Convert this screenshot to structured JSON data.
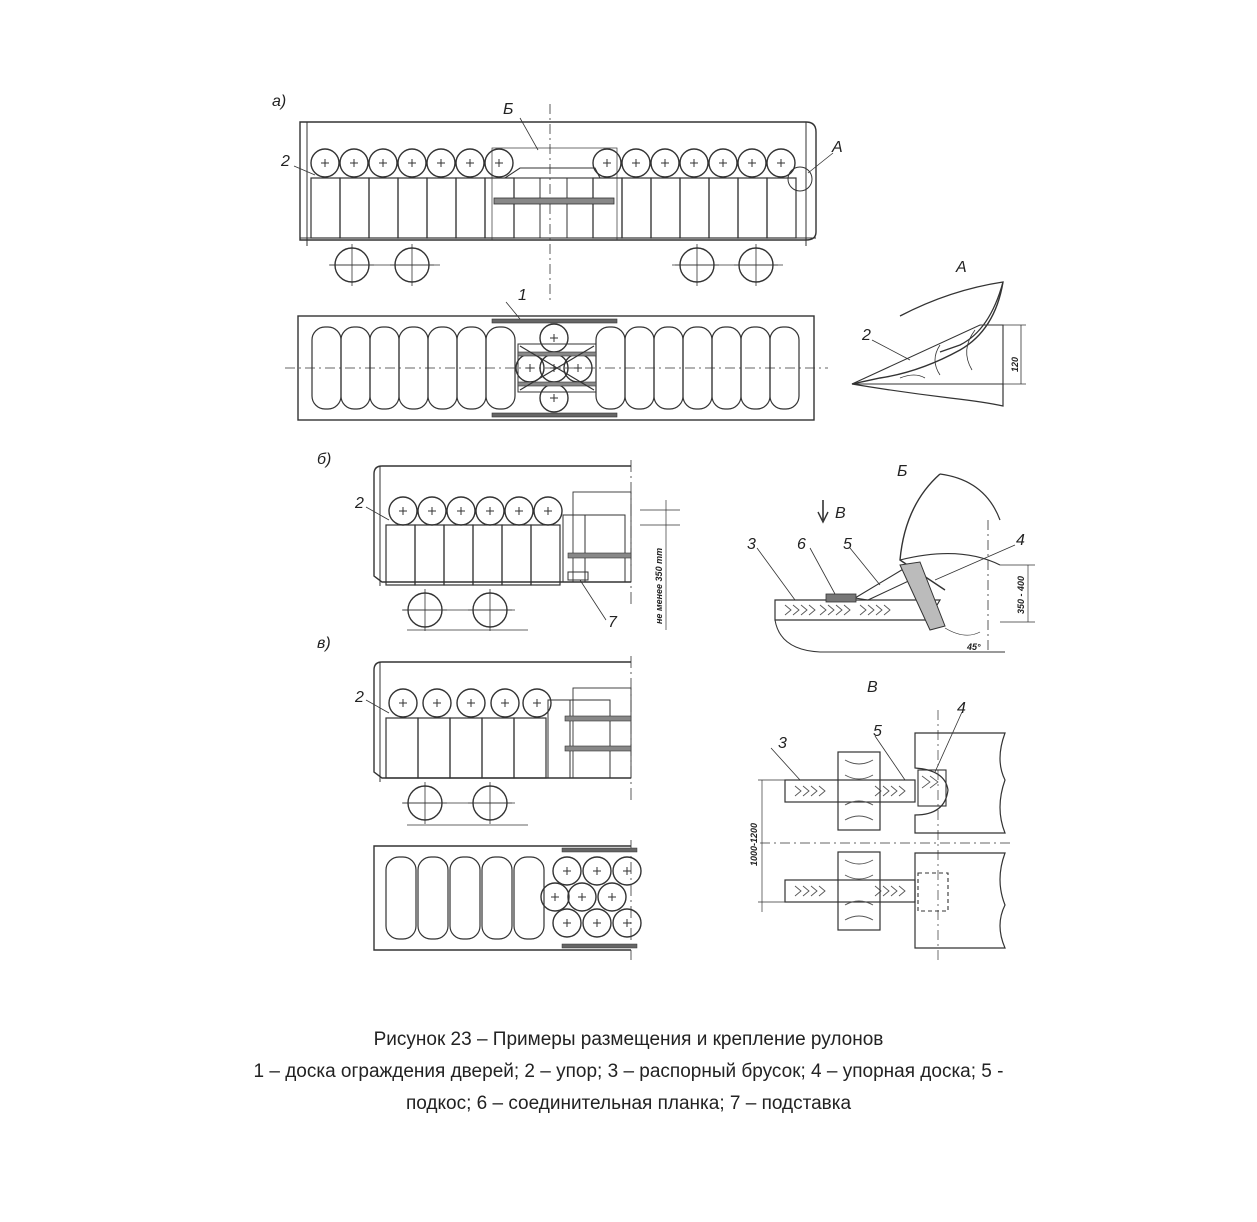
{
  "views": {
    "a": {
      "label": "а)",
      "callouts": [
        "2",
        "Б",
        "А",
        "1"
      ]
    },
    "b": {
      "label": "б)",
      "callouts": [
        "2",
        "7"
      ],
      "dimension": "не менее 350 mm"
    },
    "v": {
      "label": "в)",
      "callouts": [
        "2"
      ]
    }
  },
  "details": {
    "A": {
      "label": "А",
      "callouts": [
        "2"
      ],
      "dimension": "120"
    },
    "B": {
      "label": "Б",
      "arrow_label": "В",
      "callouts": [
        "3",
        "6",
        "5",
        "4"
      ],
      "dimension": "350 - 400",
      "angle": "45°"
    },
    "V": {
      "label": "В",
      "callouts": [
        "3",
        "5",
        "4"
      ],
      "dimension": "1000-1200"
    }
  },
  "caption": {
    "line1": "Рисунок 23 – Примеры размещения и крепление рулонов",
    "line2": "1 – доска ограждения дверей; 2 – упор; 3 – распорный брусок; 4 – упорная доска; 5 -",
    "line3": "подкос; 6 – соединительная планка; 7 – подставка"
  }
}
